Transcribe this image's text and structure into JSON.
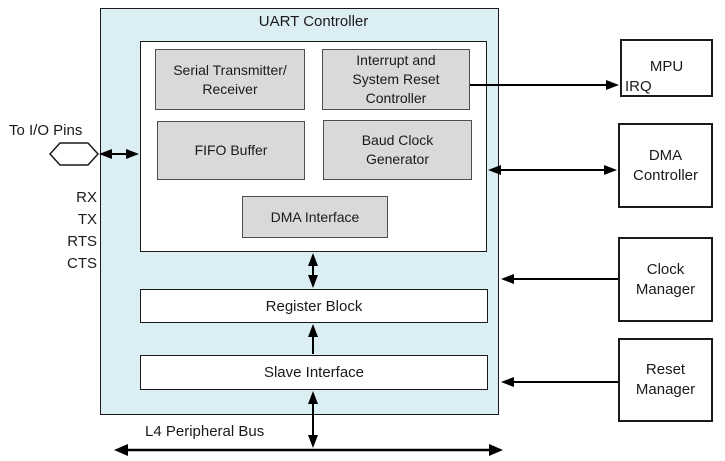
{
  "diagram": {
    "title": "UART Controller",
    "io_label": "To I/O Pins",
    "pins": [
      "RX",
      "TX",
      "RTS",
      "CTS"
    ],
    "bus_label": "L4 Peripheral Bus"
  },
  "blocks": {
    "serial": [
      "Serial Transmitter/",
      "Receiver"
    ],
    "interrupt": [
      "Interrupt and",
      "System Reset",
      "Controller"
    ],
    "fifo": [
      "FIFO Buffer"
    ],
    "baud": [
      "Baud Clock",
      "Generator"
    ],
    "dma_interface": [
      "DMA Interface"
    ],
    "register": [
      "Register Block"
    ],
    "slave": [
      "Slave Interface"
    ]
  },
  "external": {
    "mpu": "MPU",
    "irq": "IRQ",
    "dma_controller": [
      "DMA",
      "Controller"
    ],
    "clock_manager": [
      "Clock",
      "Manager"
    ],
    "reset_manager": [
      "Reset",
      "Manager"
    ]
  },
  "colors": {
    "uart_fill": "#dbeef3",
    "block_fill": "#d9d9d9",
    "external_fill": "#ffffff",
    "border": "#1a1a1a",
    "gray_border": "#4d4d4d",
    "arrow": "#000000"
  }
}
